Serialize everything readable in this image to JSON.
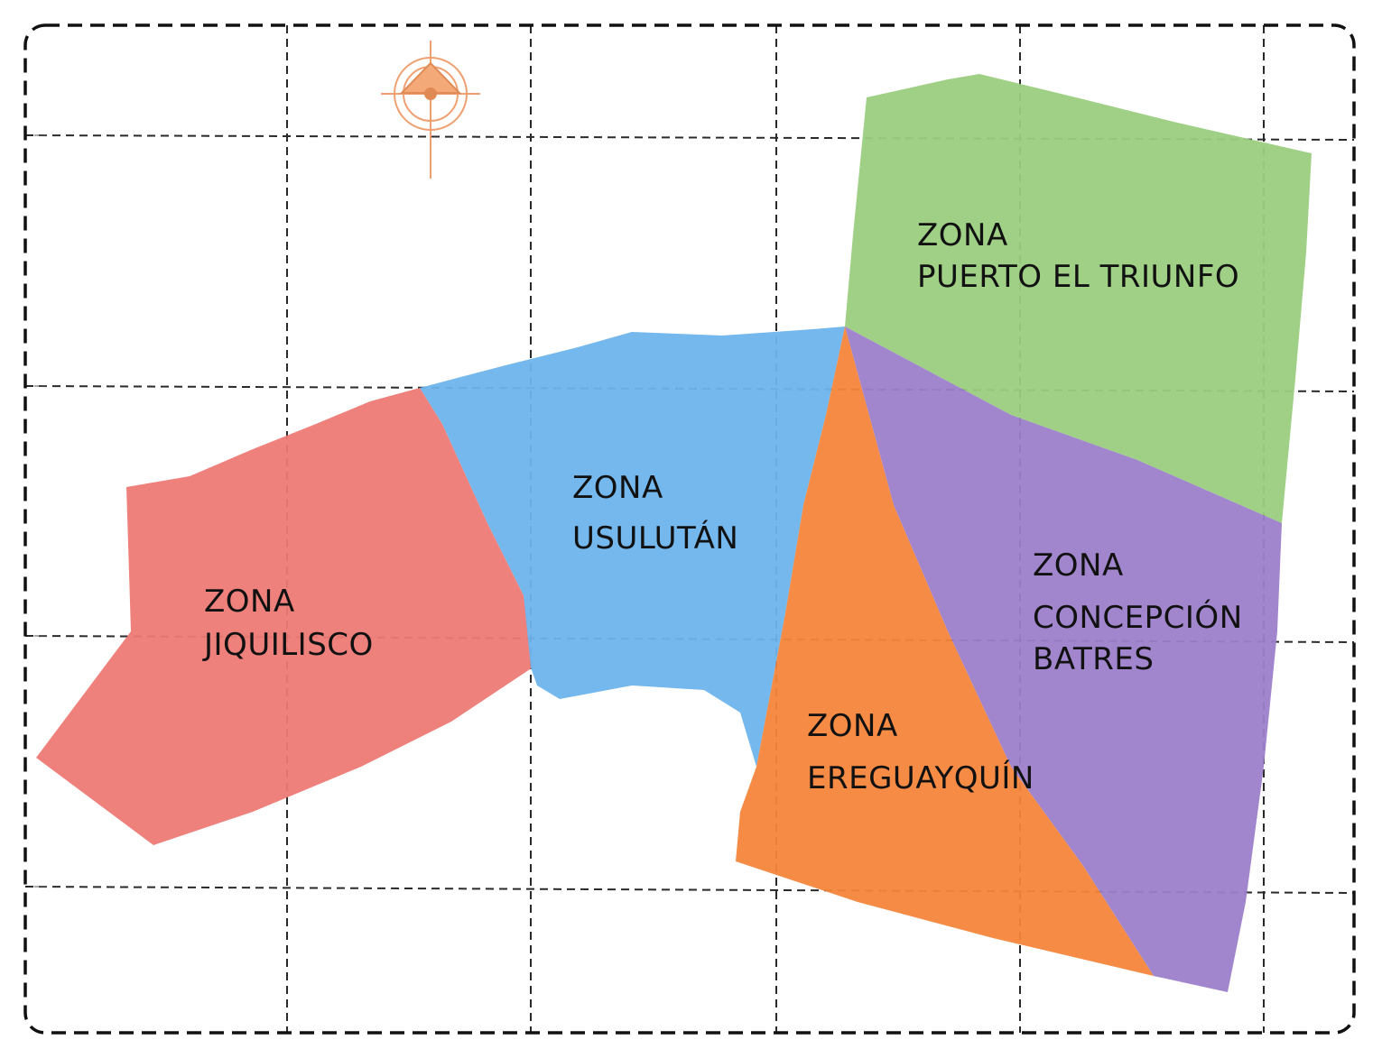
{
  "map": {
    "zones": [
      {
        "id": "jiquilisco",
        "lines": [
          "ZONA",
          "JIQUILISCO"
        ],
        "color": "#EE7A76"
      },
      {
        "id": "usulutan",
        "lines": [
          "ZONA",
          "USULUTÁN"
        ],
        "color": "#6EB4EC"
      },
      {
        "id": "puerto-el-triunfo",
        "lines": [
          "ZONA",
          "PUERTO EL TRIUNFO"
        ],
        "color": "#9ACD80"
      },
      {
        "id": "concepcion-batres",
        "lines": [
          "ZONA",
          "CONCEPCIÓN",
          "BATRES"
        ],
        "color": "#9C7FCB"
      },
      {
        "id": "ereguayquin",
        "lines": [
          "ZONA",
          "EREGUAYQUÍN"
        ],
        "color": "#F4853B"
      }
    ],
    "north_arrow": {
      "icon": "north-arrow-compass-icon",
      "color": "#F0A070"
    },
    "grid": {
      "visible": true,
      "style": "dashed",
      "color": "#222222"
    },
    "frame": {
      "style": "dashed-rounded",
      "color": "#111111"
    }
  }
}
